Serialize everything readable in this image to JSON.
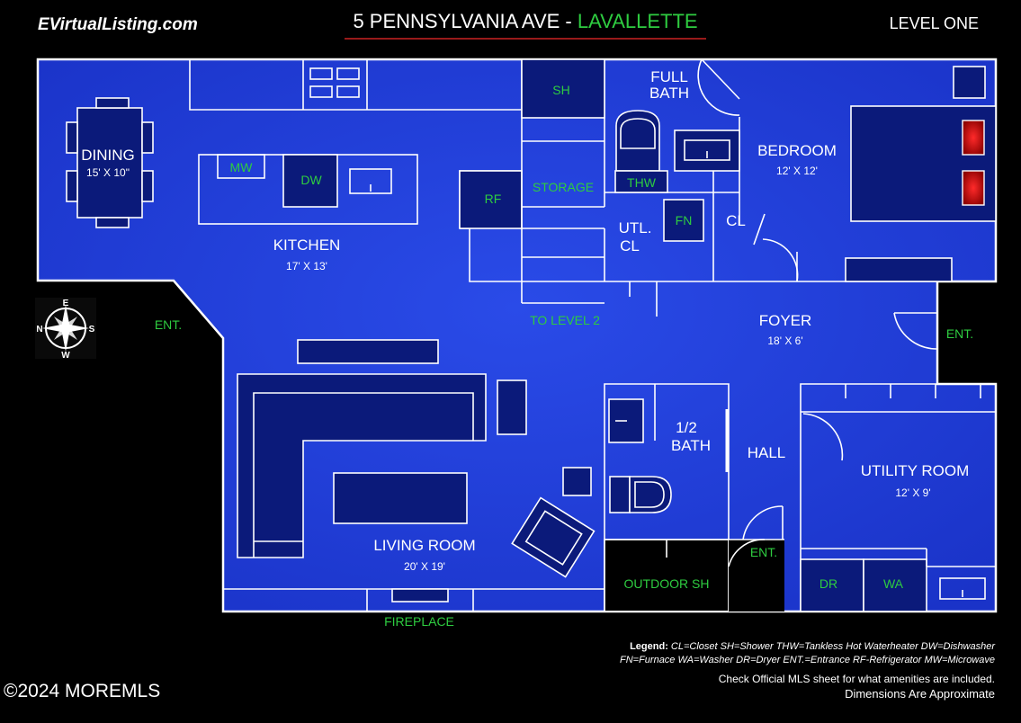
{
  "header": {
    "site": "EVirtualListing.com",
    "address": "5 PENNSYLVANIA AVE - ",
    "town": "LAVALLETTE",
    "level": "LEVEL ONE"
  },
  "rooms": {
    "dining": {
      "name": "DINING",
      "dim": "15' X 10\""
    },
    "kitchen": {
      "name": "KITCHEN",
      "dim": "17' X 13'"
    },
    "bedroom": {
      "name": "BEDROOM",
      "dim": "12' X 12'"
    },
    "foyer": {
      "name": "FOYER",
      "dim": "18' X 6'"
    },
    "living": {
      "name": "LIVING ROOM",
      "dim": "20' X 19'"
    },
    "utility": {
      "name": "UTILITY ROOM",
      "dim": "12' X 9'"
    },
    "full_bath_1": "FULL",
    "full_bath_2": "BATH",
    "half_bath_1": "1/2",
    "half_bath_2": "BATH",
    "hall": "HALL",
    "utl_cl_1": "UTL.",
    "utl_cl_2": "CL",
    "cl": "CL"
  },
  "fixtures": {
    "mw": "MW",
    "dw": "DW",
    "rf": "RF",
    "sh": "SH",
    "storage": "STORAGE",
    "thw": "THW",
    "fn": "FN",
    "dr": "DR",
    "wa": "WA"
  },
  "marks": {
    "ent_left": "ENT.",
    "ent_right": "ENT.",
    "ent_bottom": "ENT.",
    "to_level2": "TO LEVEL 2",
    "fireplace": "FIREPLACE",
    "outdoor_sh": "OUTDOOR SH"
  },
  "compass": {
    "n": "N",
    "s": "S",
    "e": "E",
    "w": "W"
  },
  "legend": {
    "title": "Legend:",
    "line1": " CL=Closet  SH=Shower  THW=Tankless Hot Waterheater DW=Dishwasher",
    "line2": "FN=Furnace WA=Washer DR=Dryer  ENT.=Entrance RF-Refrigerator MW=Microwave",
    "note1": "Check Official MLS sheet for what amenities are included.",
    "note2": "Dimensions Are Approximate"
  },
  "copyright": "©2024 MOREMLS",
  "colors": {
    "floor": "#1f3bd6",
    "fixture": "#0b1a7a",
    "label_green": "#2ecc40",
    "title_red": "#cc2222",
    "burner": "#d60000"
  }
}
